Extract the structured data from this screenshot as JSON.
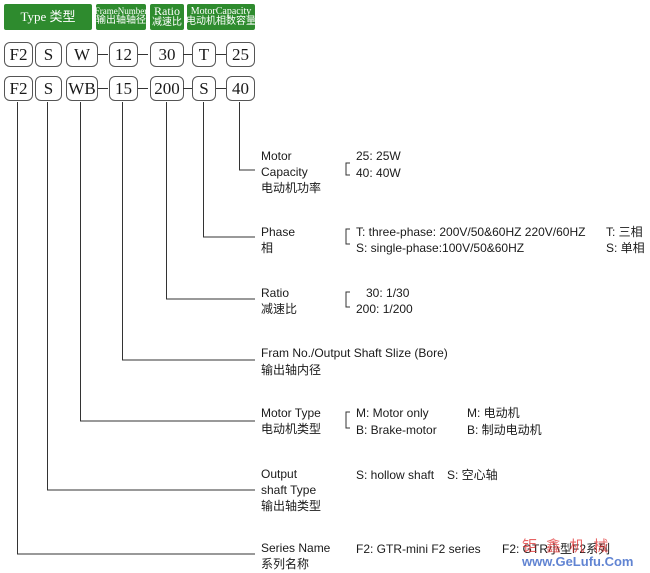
{
  "headers": {
    "type": "Type 类型",
    "frame_l1": "FrameNumber",
    "frame_l2": "输出轴轴径",
    "ratio_l1": "Ratio",
    "ratio_l2": "减速比",
    "motor_l1": "MotorCapacity",
    "motor_l2": "电动机相数容量"
  },
  "row1": [
    "F2",
    "S",
    "W",
    "12",
    "30",
    "T",
    "25"
  ],
  "row2": [
    "F2",
    "S",
    "WB",
    "15",
    "200",
    "S",
    "40"
  ],
  "sections": {
    "capacity": {
      "title": [
        "Motor",
        "Capacity",
        "电动机功率"
      ],
      "options": [
        "25: 25W",
        "40: 40W"
      ]
    },
    "phase": {
      "title": [
        "Phase",
        "相"
      ],
      "options": [
        "T: three-phase: 200V/50&60HZ  220V/60HZ",
        "S: single-phase:100V/50&60HZ"
      ],
      "options_cn": [
        "T: 三相",
        "S: 单相"
      ]
    },
    "ratio": {
      "title": [
        "Ratio",
        "减速比"
      ],
      "options": [
        "30: 1/30",
        "200: 1/200"
      ]
    },
    "frame": {
      "title": [
        "Fram No./Output Shaft Slize (Bore)",
        "输出轴内径"
      ]
    },
    "motor_type": {
      "title": [
        "Motor Type",
        "电动机类型"
      ],
      "options": [
        "M: Motor only",
        "B: Brake-motor"
      ],
      "options_cn": [
        "M: 电动机",
        "B: 制动电动机"
      ]
    },
    "output_shaft": {
      "title": [
        "Output",
        "shaft Type",
        "输出轴类型"
      ],
      "options": [
        "S: hollow shaft",
        "S: 空心轴"
      ]
    },
    "series": {
      "title": [
        "Series Name",
        "系列名称"
      ],
      "options": [
        "F2: GTR-mini F2 series",
        "F2: GTR小型F2系列"
      ]
    }
  },
  "watermark": {
    "cn": "钜 鑫 机 械",
    "url": "www.GeLufu.Com"
  },
  "colors": {
    "header_green": "#2e8b2e",
    "watermark_red": "#e03030",
    "watermark_blue": "#3a66c8"
  }
}
